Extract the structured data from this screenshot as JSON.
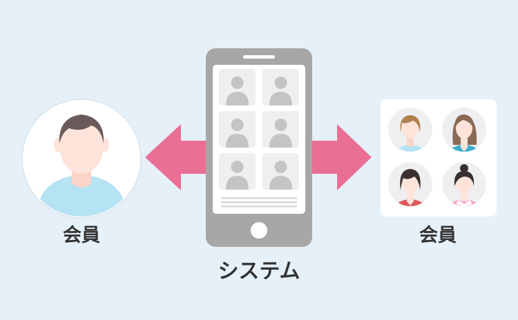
{
  "labels": {
    "left_member": "会員",
    "right_member": "会員",
    "system": "システム"
  },
  "colors": {
    "background": "#e6f0f8",
    "arrow": "#ea6f95",
    "phone_body": "#a7a7a7",
    "phone_screen": "#ffffff",
    "avatar_tile": "#efeff1",
    "avatar_silhouette": "#c4c4c6",
    "skin": "#fde3d9",
    "hair_dark": "#6b5a5a",
    "shirt_blue": "#b6e3f3"
  },
  "icons": {
    "left_member": "male-user-icon",
    "system": "smartphone-icon",
    "right_members": [
      "female-user-icon",
      "female-user-icon",
      "female-user-icon",
      "female-user-icon"
    ]
  }
}
